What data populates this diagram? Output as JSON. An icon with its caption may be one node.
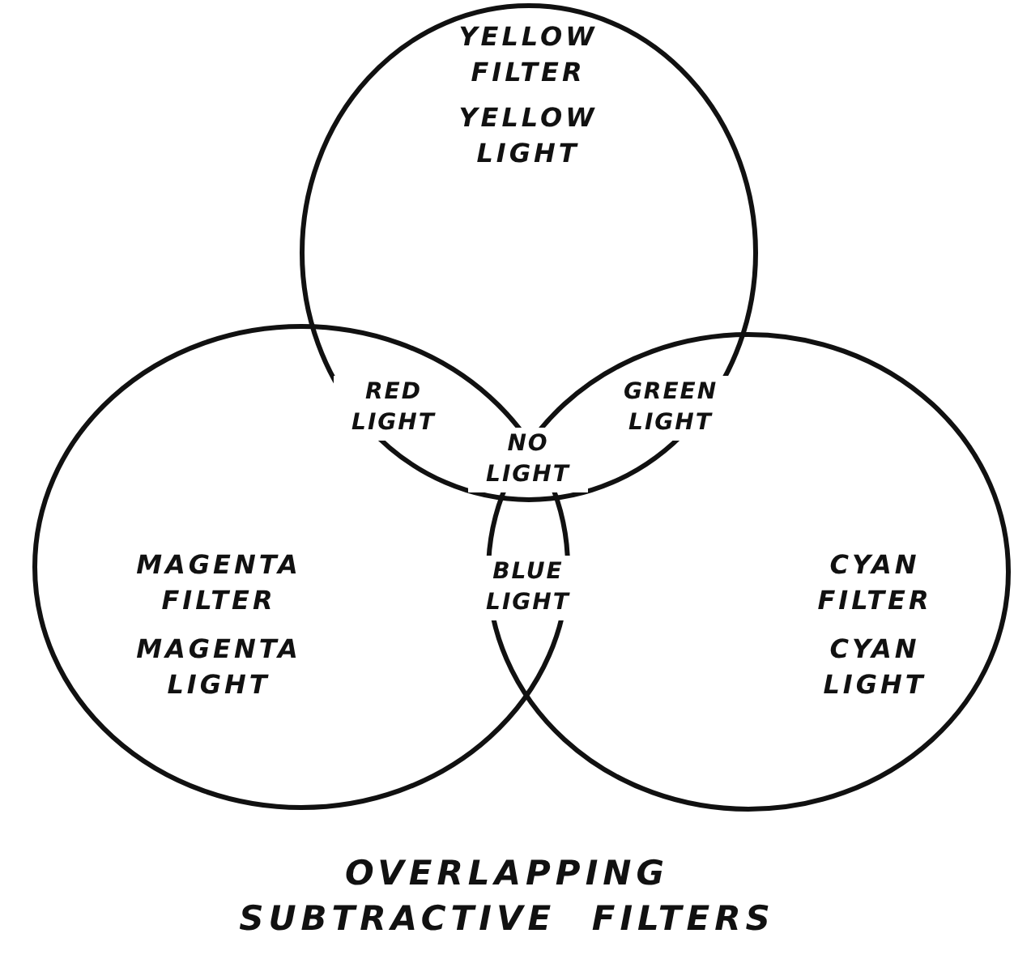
{
  "diagram": {
    "caption": "OVERLAPPING SUBTRACTIVE FILTERS",
    "nodes": [
      {
        "text": [
          "YELLOW FILTER",
          "YELLOW LIGHT"
        ]
      },
      {
        "text": [
          "MAGENTA FILTER",
          "MAGENTA LIGHT"
        ]
      },
      {
        "text": [
          "CYAN FILTER",
          "CYAN LIGHT"
        ]
      }
    ],
    "labels": [
      "RED LIGHT",
      "GREEN LIGHT",
      "NO LIGHT",
      "BLUE LIGHT"
    ]
  }
}
